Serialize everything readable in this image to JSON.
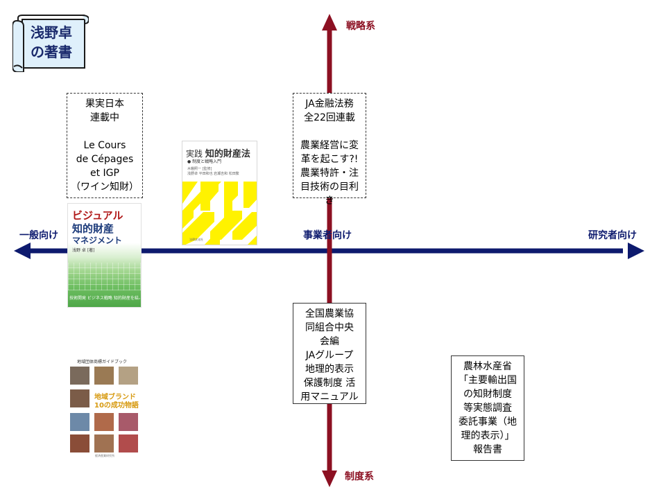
{
  "title": {
    "line1": "浅野卓",
    "line2": "の著書"
  },
  "axes": {
    "top": "戦略系",
    "bottom": "制度系",
    "left": "一般向け",
    "center": "事業者向け",
    "right": "研究者向け"
  },
  "colors": {
    "horizontal_axis": "#0d1a6e",
    "vertical_axis": "#8c1022",
    "title_text": "#1a2a6c"
  },
  "boxes": {
    "kajitsu": {
      "lines": [
        "果実日本",
        "連載中",
        "",
        "Le Cours",
        "de Cépages",
        "et IGP",
        "（ワイン知財）"
      ]
    },
    "ja_kinyu": {
      "lines": [
        "JA金融法務",
        "全22回連載",
        "",
        "農業経営に変",
        "革を起こす?!",
        "農業特許・注",
        "目技術の目利",
        "き"
      ]
    },
    "zenkoku": {
      "lines": [
        "全国農業協",
        "同組合中央",
        "会編",
        "JAグループ",
        "地理的表示",
        "保護制度 活",
        "用マニュアル"
      ]
    },
    "norin": {
      "lines": [
        "農林水産省",
        "「主要輸出国",
        "の知財制度",
        "等実態調査",
        "委託事業（地",
        "理的表示）」",
        "報告書"
      ]
    }
  },
  "books": {
    "visual": {
      "title1": "ビジュアル",
      "title2": "知的財産",
      "title3": "マネジメント",
      "author": "浅野 卓 [著]",
      "subtitle": "技術開発 ビジネス戦略 知的財産を結ぶ実践の教科書"
    },
    "jissen": {
      "title_prefix": "実践",
      "title_main": "知的財産法",
      "subtitle": "● 制度と戦略入門",
      "authors1": "木棚照一 [監修]",
      "authors2": "浅野卓 平田和也 岩瀬吉和 松田繁",
      "publisher": "法律文化社"
    },
    "brand": {
      "header": "地域団体商標ガイドブック",
      "title1": "地域ブランド",
      "title2": "10の成功物語",
      "publisher": "経済産業研究所"
    }
  }
}
